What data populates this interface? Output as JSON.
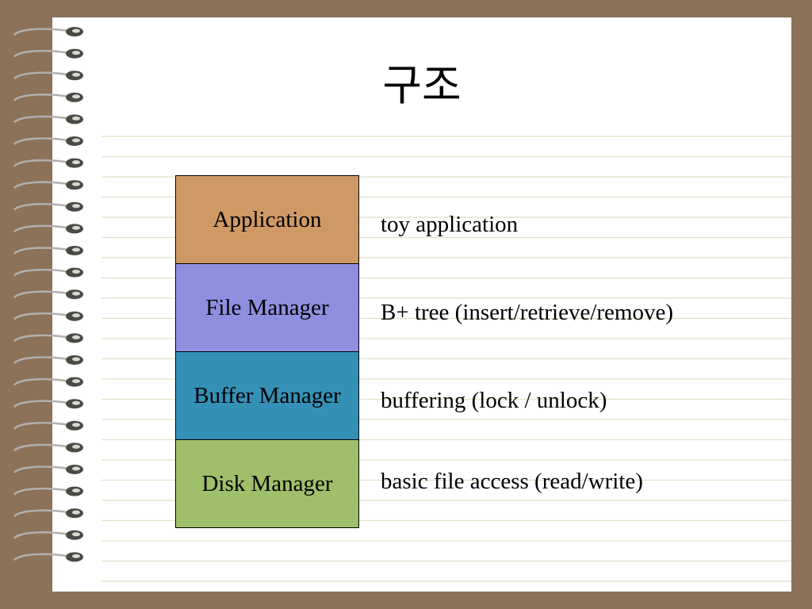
{
  "slide": {
    "title": "구조",
    "colors": {
      "frame": "#8b7258",
      "paper": "#ffffff",
      "rule": "#e2e0c8",
      "spiral": "#b0b0b0"
    }
  },
  "layers": [
    {
      "label": "Application",
      "description": "toy application",
      "color": "#cf9966"
    },
    {
      "label": "File Manager",
      "description": "B+ tree (insert/retrieve/remove)",
      "color": "#8f8fe1"
    },
    {
      "label": "Buffer Manager",
      "description": "buffering (lock / unlock)",
      "color": "#3590b5"
    },
    {
      "label": "Disk Manager",
      "description": "basic file access (read/write)",
      "color": "#a0bf6a"
    }
  ]
}
